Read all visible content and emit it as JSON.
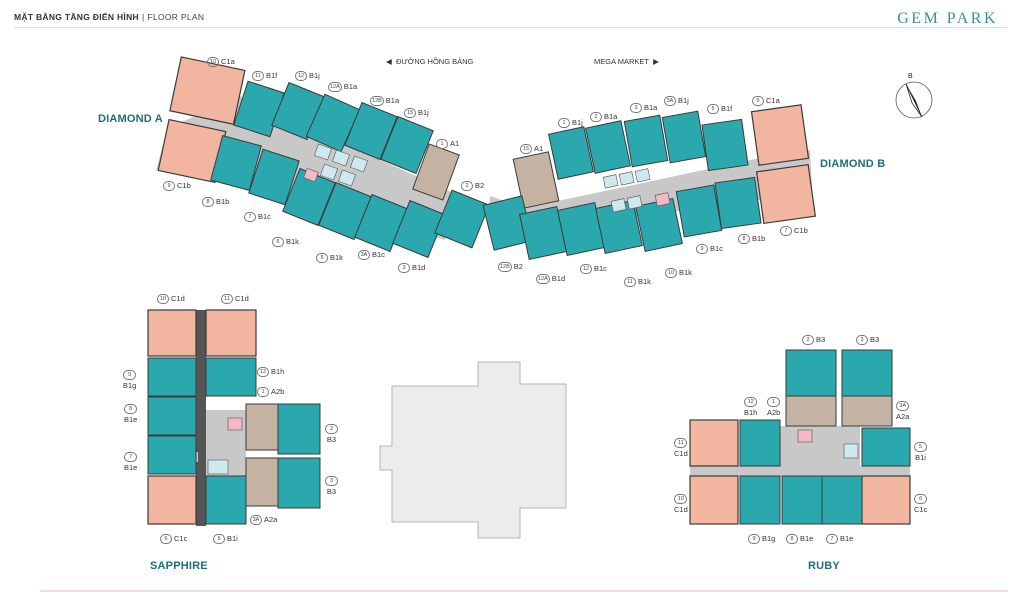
{
  "header": {
    "title": "MẶT BẰNG TẦNG ĐIỂN HÌNH",
    "separator": "|",
    "subtitle": "FLOOR PLAN"
  },
  "brand": "GEM PARK",
  "directions": {
    "left": "ĐƯỜNG HỒNG BÀNG",
    "right": "MEGA MARKET"
  },
  "compass": {
    "label": "B"
  },
  "colors": {
    "unit": "#2aa8ad",
    "corner": "#f2b6a0",
    "core": "#c4b3a3",
    "corridor": "#c8c8c8",
    "podium": "#ececec"
  },
  "buildings": {
    "diamond_a": "DIAMOND A",
    "diamond_b": "DIAMOND B",
    "sapphire": "SAPPHIRE",
    "ruby": "RUBY"
  },
  "diamond_a": {
    "top": [
      {
        "n": "10",
        "t": "C1a"
      },
      {
        "n": "11",
        "t": "B1f"
      },
      {
        "n": "12",
        "t": "B1j"
      },
      {
        "n": "12A",
        "t": "B1a"
      },
      {
        "n": "12B",
        "t": "B1a"
      },
      {
        "n": "15",
        "t": "B1j"
      },
      {
        "n": "1",
        "t": "A1"
      },
      {
        "n": "2",
        "t": "B2"
      }
    ],
    "bottom": [
      {
        "n": "9",
        "t": "C1b"
      },
      {
        "n": "8",
        "t": "B1b"
      },
      {
        "n": "7",
        "t": "B1c"
      },
      {
        "n": "6",
        "t": "B1k"
      },
      {
        "n": "5",
        "t": "B1k"
      },
      {
        "n": "3A",
        "t": "B1c"
      },
      {
        "n": "3",
        "t": "B1d"
      }
    ]
  },
  "diamond_b": {
    "top": [
      {
        "n": "15",
        "t": "A1"
      },
      {
        "n": "1",
        "t": "B1j"
      },
      {
        "n": "2",
        "t": "B1a"
      },
      {
        "n": "3",
        "t": "B1a"
      },
      {
        "n": "3A",
        "t": "B1j"
      },
      {
        "n": "5",
        "t": "B1f"
      },
      {
        "n": "6",
        "t": "C1a"
      }
    ],
    "bottom": [
      {
        "n": "12B",
        "t": "B2"
      },
      {
        "n": "12A",
        "t": "B1d"
      },
      {
        "n": "12",
        "t": "B1c"
      },
      {
        "n": "11",
        "t": "B1k"
      },
      {
        "n": "10",
        "t": "B1k"
      },
      {
        "n": "9",
        "t": "B1c"
      },
      {
        "n": "8",
        "t": "B1b"
      },
      {
        "n": "7",
        "t": "C1b"
      }
    ]
  },
  "sapphire": [
    {
      "n": "10",
      "t": "C1d"
    },
    {
      "n": "11",
      "t": "C1d"
    },
    {
      "n": "9",
      "t": "B1g"
    },
    {
      "n": "8",
      "t": "B1e"
    },
    {
      "n": "7",
      "t": "B1e"
    },
    {
      "n": "12",
      "t": "B1h"
    },
    {
      "n": "1",
      "t": "A2b"
    },
    {
      "n": "2",
      "t": "B3"
    },
    {
      "n": "3",
      "t": "B3"
    },
    {
      "n": "6",
      "t": "C1c"
    },
    {
      "n": "5",
      "t": "B1i"
    },
    {
      "n": "3A",
      "t": "A2a"
    }
  ],
  "ruby": [
    {
      "n": "2",
      "t": "B3"
    },
    {
      "n": "3",
      "t": "B3"
    },
    {
      "n": "12",
      "t": "B1h"
    },
    {
      "n": "1",
      "t": "A2b"
    },
    {
      "n": "3A",
      "t": "A2a"
    },
    {
      "n": "11",
      "t": "C1d"
    },
    {
      "n": "5",
      "t": "B1i"
    },
    {
      "n": "10",
      "t": "C1d"
    },
    {
      "n": "6",
      "t": "C1c"
    },
    {
      "n": "9",
      "t": "B1g"
    },
    {
      "n": "8",
      "t": "B1e"
    },
    {
      "n": "7",
      "t": "B1e"
    }
  ]
}
